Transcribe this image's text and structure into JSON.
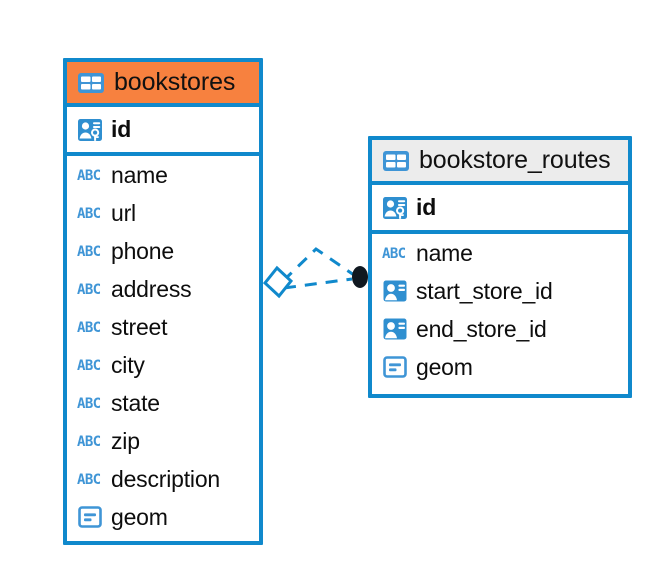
{
  "diagram": {
    "type": "entity-relationship-diagram",
    "background": "#ffffff",
    "accent_blue": "#1089cc",
    "accent_orange": "#f7813f",
    "header_gray": "#ececec",
    "connector_color": "#1089cc",
    "connector_endpoint_color": "#101820"
  },
  "entities": [
    {
      "id": "bookstores",
      "name": "bookstores",
      "header_color": "#f7813f",
      "header_icon": "table-icon",
      "keys": [
        {
          "name": "id",
          "icon": "primary-key-icon",
          "type_hint": "key"
        }
      ],
      "fields": [
        {
          "name": "name",
          "icon": "text-abc-icon"
        },
        {
          "name": "url",
          "icon": "text-abc-icon"
        },
        {
          "name": "phone",
          "icon": "text-abc-icon"
        },
        {
          "name": "address",
          "icon": "text-abc-icon"
        },
        {
          "name": "street",
          "icon": "text-abc-icon"
        },
        {
          "name": "city",
          "icon": "text-abc-icon"
        },
        {
          "name": "state",
          "icon": "text-abc-icon"
        },
        {
          "name": "zip",
          "icon": "text-abc-icon"
        },
        {
          "name": "description",
          "icon": "text-abc-icon"
        },
        {
          "name": "geom",
          "icon": "geometry-icon"
        }
      ]
    },
    {
      "id": "bookstore_routes",
      "name": "bookstore_routes",
      "header_color": "#ececec",
      "header_icon": "table-icon",
      "keys": [
        {
          "name": "id",
          "icon": "primary-key-icon",
          "type_hint": "key"
        }
      ],
      "fields": [
        {
          "name": "name",
          "icon": "text-abc-icon"
        },
        {
          "name": "start_store_id",
          "icon": "foreign-key-icon"
        },
        {
          "name": "end_store_id",
          "icon": "foreign-key-icon"
        },
        {
          "name": "geom",
          "icon": "geometry-icon"
        }
      ]
    }
  ],
  "relationships": [
    {
      "from": "bookstores",
      "to": "bookstore_routes",
      "line_style": "dashed",
      "source_marker": "open-diamond-crowsfoot",
      "target_marker": "filled-circle"
    }
  ],
  "icons": {
    "table": "table-icon",
    "primary_key": "primary-key-icon",
    "foreign_key": "foreign-key-icon",
    "text_abc": "text-abc-icon",
    "geometry": "geometry-icon"
  }
}
